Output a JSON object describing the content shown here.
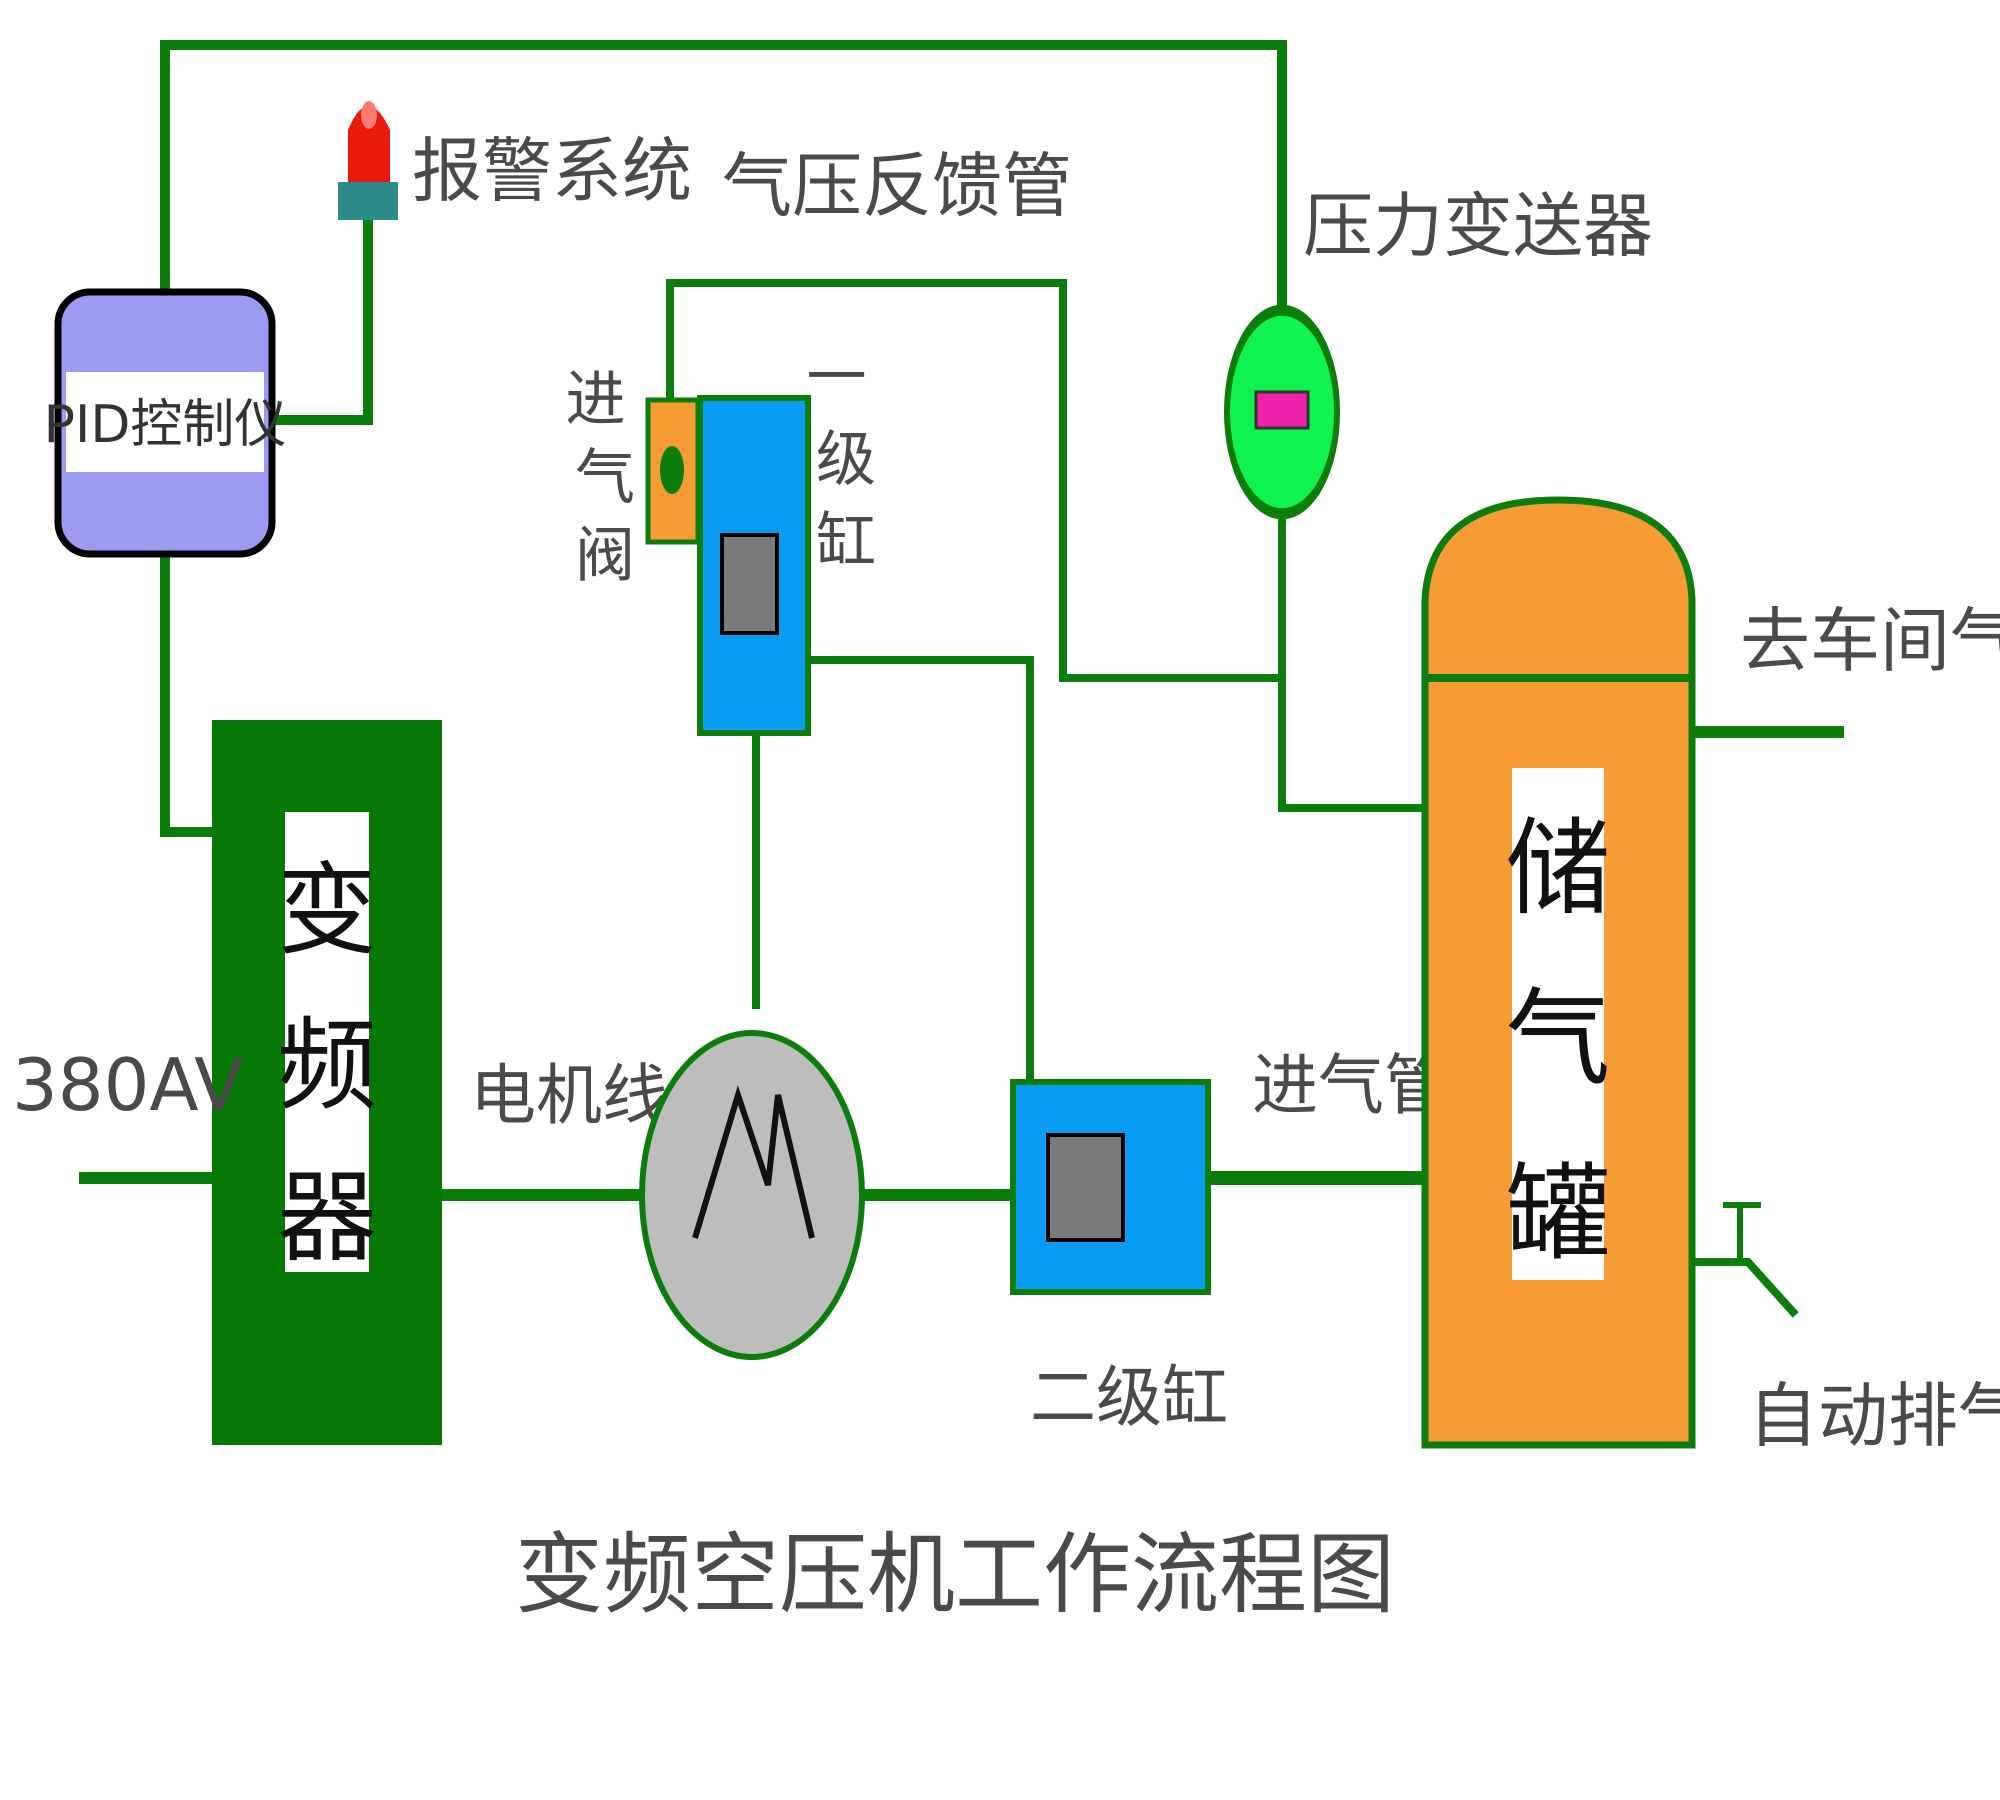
{
  "labels": {
    "alarm_system": "报警系统",
    "pressure_feedback_pipe": "气压反馈管",
    "pressure_transmitter": "压力变送器",
    "pid_controller": "PID控制仪",
    "inlet_valve": "进气阀",
    "stage1_cylinder": "一级缸",
    "to_workshop_pipe": "去车间气管",
    "inverter_ch1": "变",
    "inverter_ch2": "频",
    "inverter_ch3": "器",
    "power_input": "380AV",
    "motor_wire": "电机线",
    "motor_symbol": "M",
    "inlet_pipe": "进气管",
    "tank_ch1": "储",
    "tank_ch2": "气",
    "tank_ch3": "罐",
    "stage2_cylinder": "二级缸",
    "auto_exhaust": "自动排气",
    "caption": "变频空压机工作流程图"
  },
  "colors": {
    "pipe": "#0b7d0b",
    "inverter": "#057805",
    "pid_fill": "#9b9bf2",
    "cylinder": "#0a9bf5",
    "piston": "#7a7a7a",
    "tank": "#f79b35",
    "transmitter": "#10f24f",
    "transmitter_bar": "#f020a8",
    "motor": "#bdbdbd",
    "alarm_light": "#e81a0d",
    "alarm_base": "#2d8a88",
    "valve": "#f79b35",
    "valve_dot": "#0b7d0b"
  }
}
